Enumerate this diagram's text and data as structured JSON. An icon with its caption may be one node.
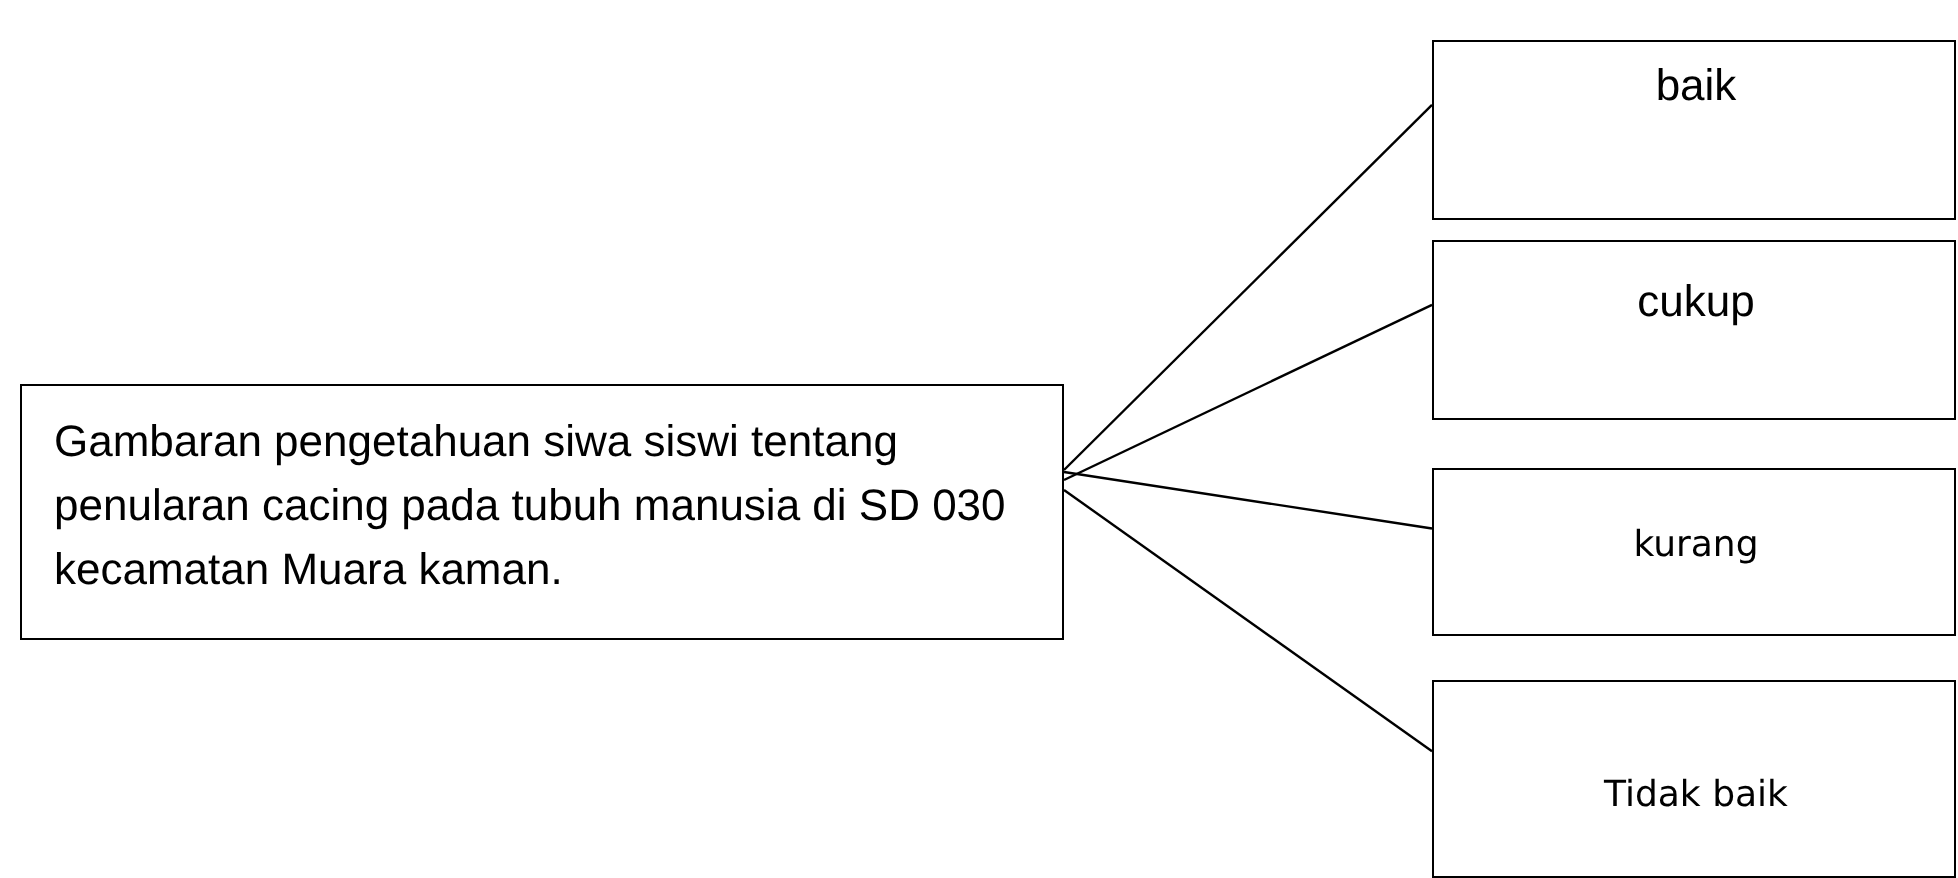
{
  "diagram": {
    "nodes": [
      {
        "text": [
          "Gambaran pengetahuan siwa siswi tentang penularan cacing pada tubuh manusia di SD 030 kecamatan Muara kaman."
        ]
      },
      {
        "text": [
          "baik"
        ]
      },
      {
        "text": [
          "cukup"
        ]
      },
      {
        "text": [
          "kurang"
        ]
      },
      {
        "text": [
          "Tidak baik"
        ]
      }
    ],
    "edges": [
      {
        "from": 0,
        "to": 1,
        "arrow": "none"
      },
      {
        "from": 0,
        "to": 2,
        "arrow": "none"
      },
      {
        "from": 0,
        "to": 3,
        "arrow": "none"
      },
      {
        "from": 0,
        "to": 4,
        "arrow": "none"
      }
    ]
  }
}
